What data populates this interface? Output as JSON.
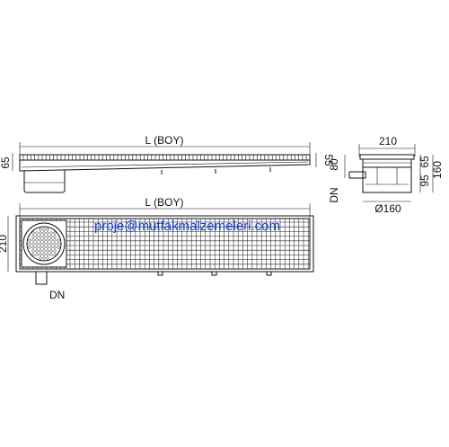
{
  "side_view": {
    "length_label": "L (BOY)",
    "left_height_label": "65",
    "right_height_label": "55"
  },
  "section_view": {
    "width_label": "210",
    "depth_label": "80",
    "outlet_label": "DN",
    "height_65_label": "65",
    "height_95_label": "95",
    "height_160_label": "160",
    "diameter_label": "Ø160"
  },
  "plan_view": {
    "length_label": "L (BOY)",
    "width_label": "210",
    "outlet_label": "DN"
  },
  "watermark": {
    "text": "proje@mutfakmalzemeleri.com",
    "color": "#1a3fd6"
  }
}
